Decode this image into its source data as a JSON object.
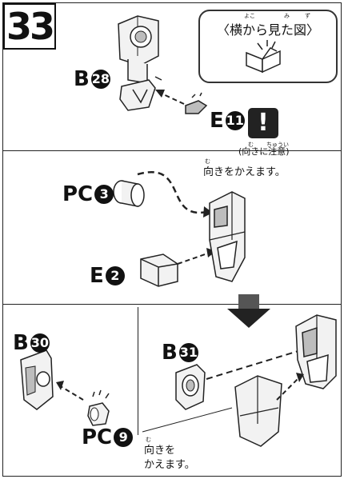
{
  "step": {
    "number": "33"
  },
  "side_view": {
    "label": "〈横から見た図〉",
    "ruby": [
      "よこ",
      "み",
      "ず"
    ]
  },
  "labels": {
    "b28": {
      "letter": "B",
      "num": "28"
    },
    "e11": {
      "letter": "E",
      "num": "11"
    },
    "pc3": {
      "letter": "PC",
      "num": "3"
    },
    "e2": {
      "letter": "E",
      "num": "2"
    },
    "b30": {
      "letter": "B",
      "num": "30"
    },
    "b31": {
      "letter": "B",
      "num": "31"
    },
    "pc9": {
      "letter": "PC",
      "num": "9"
    }
  },
  "notes": {
    "warning_mark": "!",
    "caution": "(向きに注意)",
    "caution_ruby": [
      "む",
      "ちゅうい"
    ],
    "turn_around_1": "向きをかえます。",
    "turn_around_1_ruby": "む",
    "turn_around_2_line1": "向きを",
    "turn_around_2_line2": "かえます。",
    "turn_around_2_ruby": "む"
  },
  "colors": {
    "line": "#222222",
    "part_fill": "#f2f2f2",
    "part_shade": "#bdbdbd",
    "arrow_dark": "#222222"
  }
}
